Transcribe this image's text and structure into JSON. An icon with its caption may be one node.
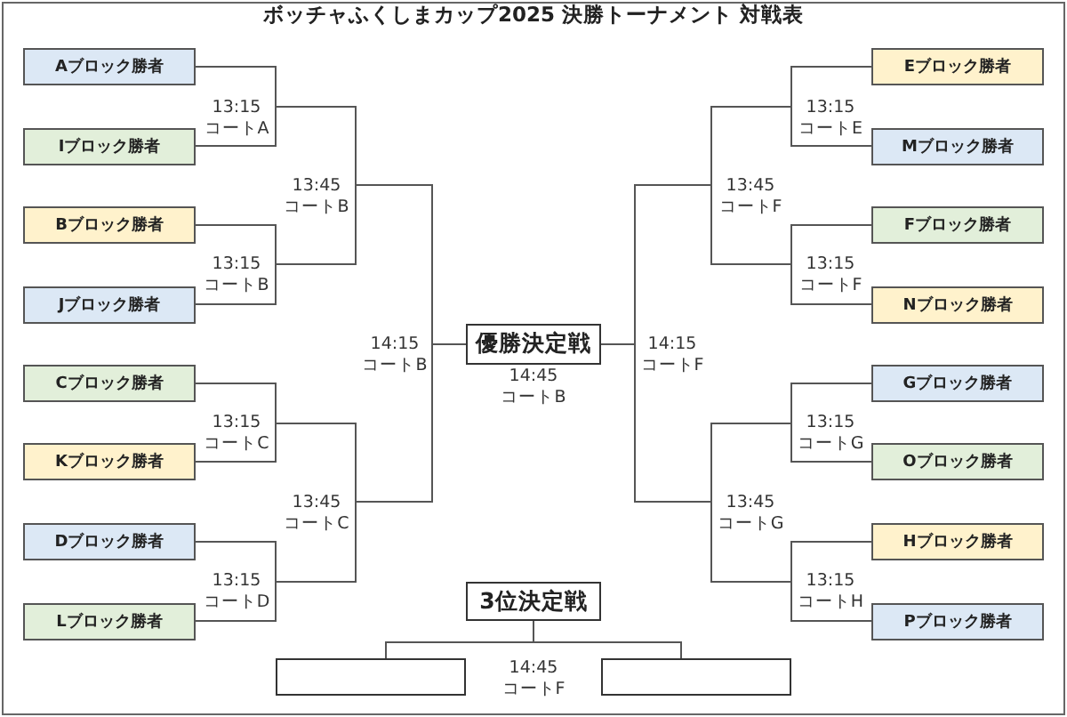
{
  "diagram": {
    "title": "ボッチャふくしまカップ2025 決勝トーナメント 対戦表",
    "nodes": [
      {
        "text": [
          "Aブロック勝者"
        ]
      },
      {
        "text": [
          "Iブロック勝者"
        ]
      },
      {
        "text": [
          "Bブロック勝者"
        ]
      },
      {
        "text": [
          "Jブロック勝者"
        ]
      },
      {
        "text": [
          "Cブロック勝者"
        ]
      },
      {
        "text": [
          "Kブロック勝者"
        ]
      },
      {
        "text": [
          "Dブロック勝者"
        ]
      },
      {
        "text": [
          "Lブロック勝者"
        ]
      },
      {
        "text": [
          "優勝決定戦"
        ],
        "beside": [
          "14:45 コートB"
        ]
      },
      {
        "text": [
          "3位決定戦"
        ],
        "beside": [
          "14:45 コートF"
        ]
      },
      {
        "text": [],
        "shape": "box"
      },
      {
        "text": [],
        "shape": "box"
      },
      {
        "text": [
          "Eブロック勝者"
        ]
      },
      {
        "text": [
          "Mブロック勝者"
        ]
      },
      {
        "text": [
          "Fブロック勝者"
        ]
      },
      {
        "text": [
          "Nブロック勝者"
        ]
      },
      {
        "text": [
          "Gブロック勝者"
        ]
      },
      {
        "text": [
          "Oブロック勝者"
        ]
      },
      {
        "text": [
          "Hブロック勝者"
        ]
      },
      {
        "text": [
          "Pブロック勝者"
        ]
      }
    ],
    "edges": [
      {
        "from": 0,
        "to": 8,
        "arrow": "none"
      },
      {
        "from": 1,
        "to": 8,
        "arrow": "none"
      },
      {
        "from": 2,
        "to": 8,
        "arrow": "none"
      },
      {
        "from": 3,
        "to": 8,
        "arrow": "none"
      },
      {
        "from": 4,
        "to": 8,
        "arrow": "none"
      },
      {
        "from": 5,
        "to": 8,
        "arrow": "none"
      },
      {
        "from": 6,
        "to": 8,
        "arrow": "none"
      },
      {
        "from": 7,
        "to": 8,
        "arrow": "none"
      },
      {
        "from": 12,
        "to": 8,
        "arrow": "none"
      },
      {
        "from": 13,
        "to": 8,
        "arrow": "none"
      },
      {
        "from": 14,
        "to": 8,
        "arrow": "none"
      },
      {
        "from": 15,
        "to": 8,
        "arrow": "none"
      },
      {
        "from": 16,
        "to": 8,
        "arrow": "none"
      },
      {
        "from": 17,
        "to": 8,
        "arrow": "none"
      },
      {
        "from": 18,
        "to": 8,
        "arrow": "none"
      },
      {
        "from": 19,
        "to": 8,
        "arrow": "none"
      },
      {
        "from": 9,
        "to": 10,
        "arrow": "none"
      },
      {
        "from": 9,
        "to": 11,
        "arrow": "none"
      }
    ],
    "labels": [
      "13:15 コートA",
      "13:15 コートE",
      "13:45 コートB",
      "13:45 コートF",
      "13:15 コートB",
      "13:15 コートF",
      "14:15 コートB",
      "14:15 コートF",
      "13:15 コートC",
      "13:15 コートG",
      "13:45 コートC",
      "13:45 コートG",
      "13:15 コートD",
      "13:15 コートH"
    ]
  }
}
